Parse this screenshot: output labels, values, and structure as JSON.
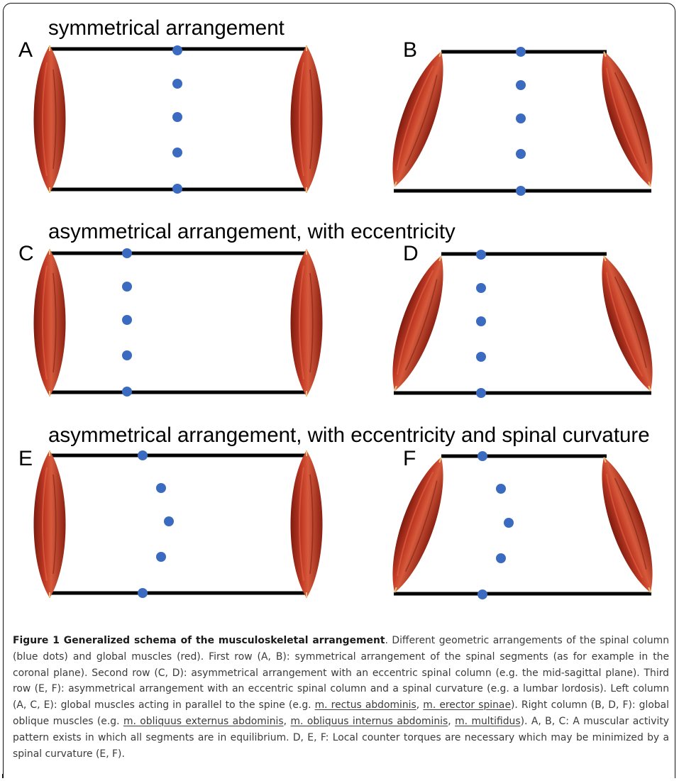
{
  "figure": {
    "row_titles": [
      "symmetrical arrangement",
      "asymmetrical arrangement, with eccentricity",
      "asymmetrical arrangement, with eccentricity and spinal curvature"
    ],
    "panels": [
      {
        "letter": "A",
        "muscle_orientation": "parallel",
        "spine": "symmetric",
        "spine_dots": 5
      },
      {
        "letter": "B",
        "muscle_orientation": "oblique",
        "spine": "symmetric",
        "spine_dots": 5
      },
      {
        "letter": "C",
        "muscle_orientation": "parallel",
        "spine": "eccentric",
        "spine_dots": 5
      },
      {
        "letter": "D",
        "muscle_orientation": "oblique",
        "spine": "eccentric",
        "spine_dots": 5
      },
      {
        "letter": "E",
        "muscle_orientation": "parallel",
        "spine": "eccentric-curved",
        "spine_dots": 5
      },
      {
        "letter": "F",
        "muscle_orientation": "oblique",
        "spine": "eccentric-curved",
        "spine_dots": 5
      }
    ],
    "colors": {
      "spine_dot": "#3a6bc0",
      "muscle": "#b8321f",
      "muscle_dark": "#7d1c10",
      "muscle_light": "#d65a3c",
      "tendon": "#e8c27a",
      "bar": "#000000"
    }
  },
  "caption": {
    "title": "Figure 1 Generalized schema of the musculoskeletal arrangement",
    "t1": ". Different geometric arrangements of the spinal column (blue dots) and global muscles (red). First row (A, B): symmetrical arrangement of the spinal segments (as for example in the coronal plane). Second row (C, D): asymmetrical arrangement with an eccentric spinal column (e.g. the mid-sagittal plane). Third row (E, F): asymmetrical arrangement with an eccentric spinal column and a spinal curvature (e.g. a lumbar lordosis). Left column (A, C, E): global muscles acting in parallel to the spine (e.g. ",
    "m1": "m. rectus abdominis",
    "t2": ", ",
    "m2": "m. erector spinae",
    "t3": "). Right column (B, D, F): global oblique muscles (e.g. ",
    "m3": "m. obliquus externus abdominis",
    "t4": ", ",
    "m4": "m. obliquus internus abdominis",
    "t5": ", ",
    "m5": "m. multifidus",
    "t6": "). A, B, C: A muscular activity pattern exists in which all segments are in equilibrium. D, E, F: Local counter torques are necessary which may be minimized by a spinal curvature (E, F)."
  }
}
